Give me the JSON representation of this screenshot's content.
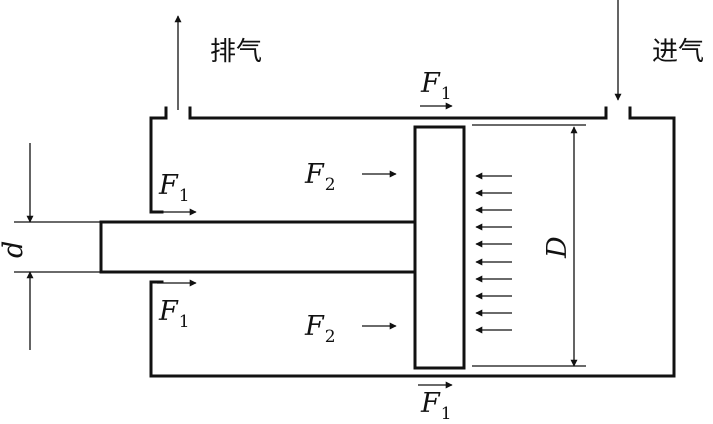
{
  "labels": {
    "exhaust": "排气",
    "intake": "进气",
    "rod_diameter": "d",
    "bore_diameter": "D",
    "force_f1_symbol": "F",
    "force_f1_subscript": "1",
    "force_f2_symbol": "F",
    "force_f2_subscript": "2"
  },
  "colors": {
    "line": "#111111",
    "background": "#ffffff"
  },
  "pressure_arrow_count": 10
}
